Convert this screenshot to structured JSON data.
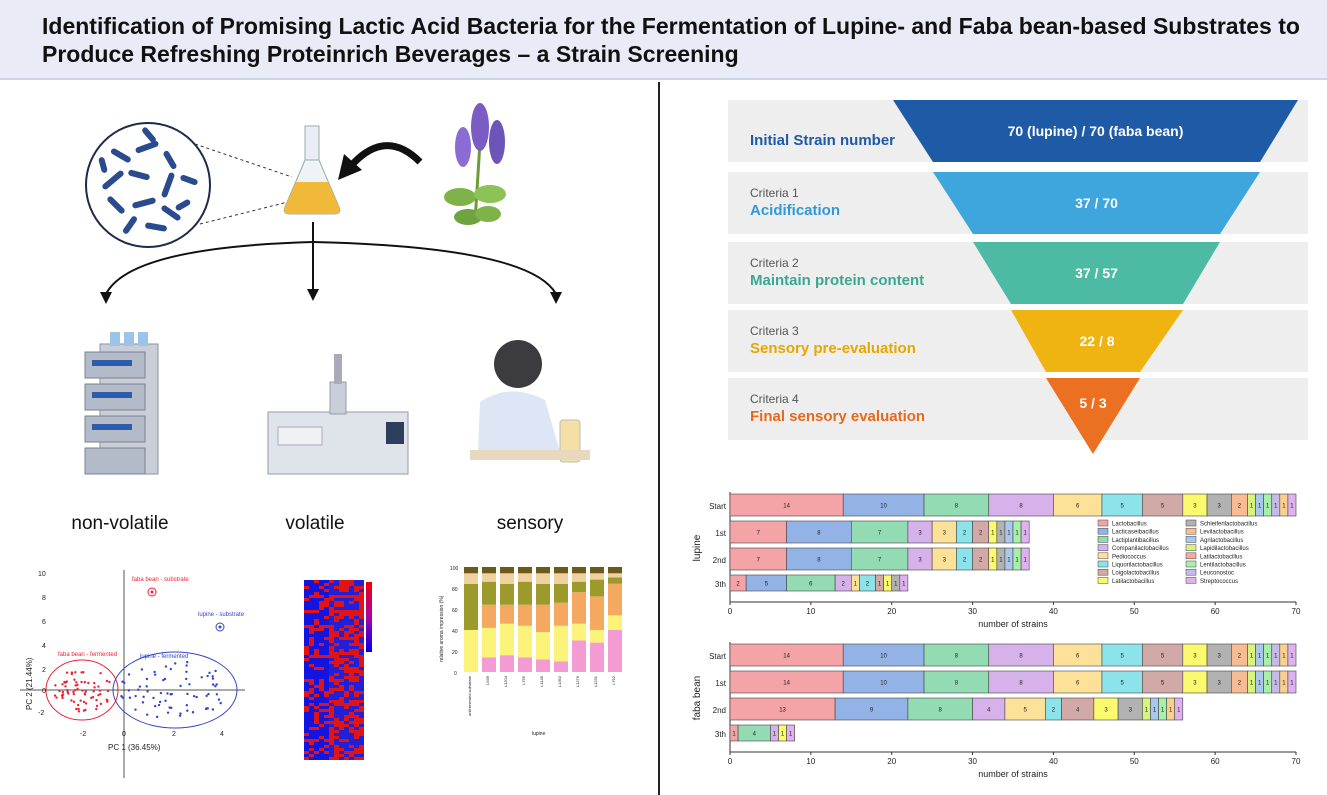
{
  "title": "Identification of Promising Lactic Acid Bacteria for the Fermentation of Lupine- and Faba bean-based Substrates to Produce Refreshing Proteinrich Beverages – a Strain Screening",
  "left": {
    "labels": {
      "nonvolatile": "non-volatile",
      "volatile": "volatile",
      "sensory": "sensory"
    },
    "pca": {
      "xlabel": "PC 1 (36.45%)",
      "ylabel": "PC 2 (21.44%)",
      "groups": [
        "faba bean - substrate",
        "lupine - substrate",
        "faba bean - fermented",
        "lupine - fermented"
      ],
      "xticks": [
        "-2",
        "0",
        "2",
        "4"
      ],
      "yticks": [
        "10",
        "8",
        "6",
        "4",
        "2",
        "0",
        "-2"
      ]
    },
    "aroma": {
      "ylabel": "relative aroma impression (%)",
      "xlabel": "lupine",
      "yticks": [
        "100",
        "80",
        "60",
        "40",
        "20",
        "0"
      ],
      "categories": [
        "unfermented substrate",
        "L639",
        "L1204",
        "L759",
        "L1145",
        "L1392",
        "L1276",
        "L1231",
        "L762"
      ]
    }
  },
  "funnel": [
    {
      "criteria": "",
      "name": "Initial Strain number",
      "value": "70 (lupine) / 70 (faba bean)",
      "color": "#1f5aa6",
      "textColor": "#1f5aa6"
    },
    {
      "criteria": "Criteria 1",
      "name": "Acidification",
      "value": "37 / 70",
      "color": "#3ea6dd",
      "textColor": "#2f9ad6"
    },
    {
      "criteria": "Criteria 2",
      "name": "Maintain protein content",
      "value": "37 / 57",
      "color": "#4dbaa4",
      "textColor": "#3aa890"
    },
    {
      "criteria": "Criteria 3",
      "name": "Sensory pre-evaluation",
      "value": "22 / 8",
      "color": "#f0b412",
      "textColor": "#e5a700"
    },
    {
      "criteria": "Criteria 4",
      "name": "Final sensory evaluation",
      "value": "5 / 3",
      "color": "#ec7022",
      "textColor": "#e66a1c"
    }
  ],
  "chart_data": [
    {
      "type": "bar",
      "orientation": "horizontal-stacked",
      "ylabel": "lupine",
      "xlabel": "number of strains",
      "xlim": [
        0,
        70
      ],
      "xticks": [
        "0",
        "10",
        "20",
        "30",
        "40",
        "50",
        "60",
        "70"
      ],
      "categories": [
        "Start",
        "1st",
        "2nd",
        "3th"
      ],
      "rows": [
        [
          14,
          10,
          8,
          8,
          6,
          5,
          5,
          3,
          3,
          2,
          1,
          1,
          1,
          1,
          1,
          1
        ],
        [
          7,
          8,
          7,
          3,
          3,
          2,
          2,
          1,
          1,
          1,
          1,
          1
        ],
        [
          7,
          8,
          7,
          3,
          3,
          2,
          2,
          1,
          1,
          1,
          1,
          1
        ],
        [
          2,
          5,
          6,
          2,
          1,
          2,
          1,
          1,
          1,
          1
        ]
      ],
      "row_colors": [
        [
          "#f4a3a6",
          "#93b3e6",
          "#93dcb3",
          "#d6b1ea",
          "#fde199",
          "#8ce3ea",
          "#d1a9a6",
          "#fbf96d",
          "#b2b2b2",
          "#f9bb92",
          "#d8f37e",
          "#a9c8ec",
          "#a8f0a9",
          "#c7b9e8",
          "#fad08e",
          "#dfb1f0"
        ],
        [
          "#f4a3a6",
          "#93b3e6",
          "#93dcb3",
          "#d6b1ea",
          "#fde199",
          "#8ce3ea",
          "#d1a9a6",
          "#fbf96d",
          "#b2b2b2",
          "#a9c8ec",
          "#a8f0a9",
          "#dfb1f0"
        ],
        [
          "#f4a3a6",
          "#93b3e6",
          "#93dcb3",
          "#d6b1ea",
          "#fde199",
          "#8ce3ea",
          "#d1a9a6",
          "#fbf96d",
          "#b2b2b2",
          "#a9c8ec",
          "#a8f0a9",
          "#dfb1f0"
        ],
        [
          "#f4a3a6",
          "#93b3e6",
          "#93dcb3",
          "#d6b1ea",
          "#fde199",
          "#8ce3ea",
          "#d1a9a6",
          "#fbf96d",
          "#b2b2b2",
          "#dfb1f0"
        ]
      ],
      "legend": [
        {
          "name": "Lactobacillus",
          "color": "#f4a3a6"
        },
        {
          "name": "Schleiferilactobacillus",
          "color": "#b2b2b2"
        },
        {
          "name": "Lacticaseibacillus",
          "color": "#93b3e6"
        },
        {
          "name": "Levilactobacillus",
          "color": "#f9bb92"
        },
        {
          "name": "Lactiplantibacillus",
          "color": "#93dcb3"
        },
        {
          "name": "Agrilactobacillus",
          "color": "#a9c8ec"
        },
        {
          "name": "Companilactobacillus",
          "color": "#d6b1ea"
        },
        {
          "name": "Lapidilactobacillus",
          "color": "#d8f37e"
        },
        {
          "name": "Pediococcus",
          "color": "#fde199"
        },
        {
          "name": "Latilactobacillus",
          "color": "#f7a9a2"
        },
        {
          "name": "Liquorilactobacillus",
          "color": "#8ce3ea"
        },
        {
          "name": "Lentilactobacillus",
          "color": "#a8f0a9"
        },
        {
          "name": "Loigolactobacillus",
          "color": "#d1a9a6"
        },
        {
          "name": "Leuconostoc",
          "color": "#c7b9e8"
        },
        {
          "name": "Latilactobacillus",
          "color": "#fbf96d"
        },
        {
          "name": "Streptococcus",
          "color": "#dfb1f0"
        }
      ]
    },
    {
      "type": "bar",
      "orientation": "horizontal-stacked",
      "ylabel": "faba bean",
      "xlabel": "number of strains",
      "xlim": [
        0,
        70
      ],
      "xticks": [
        "0",
        "10",
        "20",
        "30",
        "40",
        "50",
        "60",
        "70"
      ],
      "categories": [
        "Start",
        "1st",
        "2nd",
        "3th"
      ],
      "rows": [
        [
          14,
          10,
          8,
          8,
          6,
          5,
          5,
          3,
          3,
          2,
          1,
          1,
          1,
          1,
          1,
          1
        ],
        [
          14,
          10,
          8,
          8,
          6,
          5,
          5,
          3,
          3,
          2,
          1,
          1,
          1,
          1,
          1,
          1
        ],
        [
          13,
          9,
          8,
          4,
          5,
          2,
          4,
          3,
          3,
          1,
          1,
          1,
          1,
          1
        ],
        [
          1,
          4,
          1,
          1,
          1
        ]
      ],
      "row_colors": [
        [
          "#f4a3a6",
          "#93b3e6",
          "#93dcb3",
          "#d6b1ea",
          "#fde199",
          "#8ce3ea",
          "#d1a9a6",
          "#fbf96d",
          "#b2b2b2",
          "#f9bb92",
          "#d8f37e",
          "#a9c8ec",
          "#a8f0a9",
          "#c7b9e8",
          "#fad08e",
          "#dfb1f0"
        ],
        [
          "#f4a3a6",
          "#93b3e6",
          "#93dcb3",
          "#d6b1ea",
          "#fde199",
          "#8ce3ea",
          "#d1a9a6",
          "#fbf96d",
          "#b2b2b2",
          "#f9bb92",
          "#d8f37e",
          "#a9c8ec",
          "#a8f0a9",
          "#c7b9e8",
          "#fad08e",
          "#dfb1f0"
        ],
        [
          "#f4a3a6",
          "#93b3e6",
          "#93dcb3",
          "#d6b1ea",
          "#fde199",
          "#8ce3ea",
          "#d1a9a6",
          "#fbf96d",
          "#b2b2b2",
          "#d8f37e",
          "#a9c8ec",
          "#a8f0a9",
          "#fad08e",
          "#dfb1f0"
        ],
        [
          "#f4a3a6",
          "#93dcb3",
          "#d6b1ea",
          "#fbf96d",
          "#dfb1f0"
        ]
      ]
    }
  ]
}
